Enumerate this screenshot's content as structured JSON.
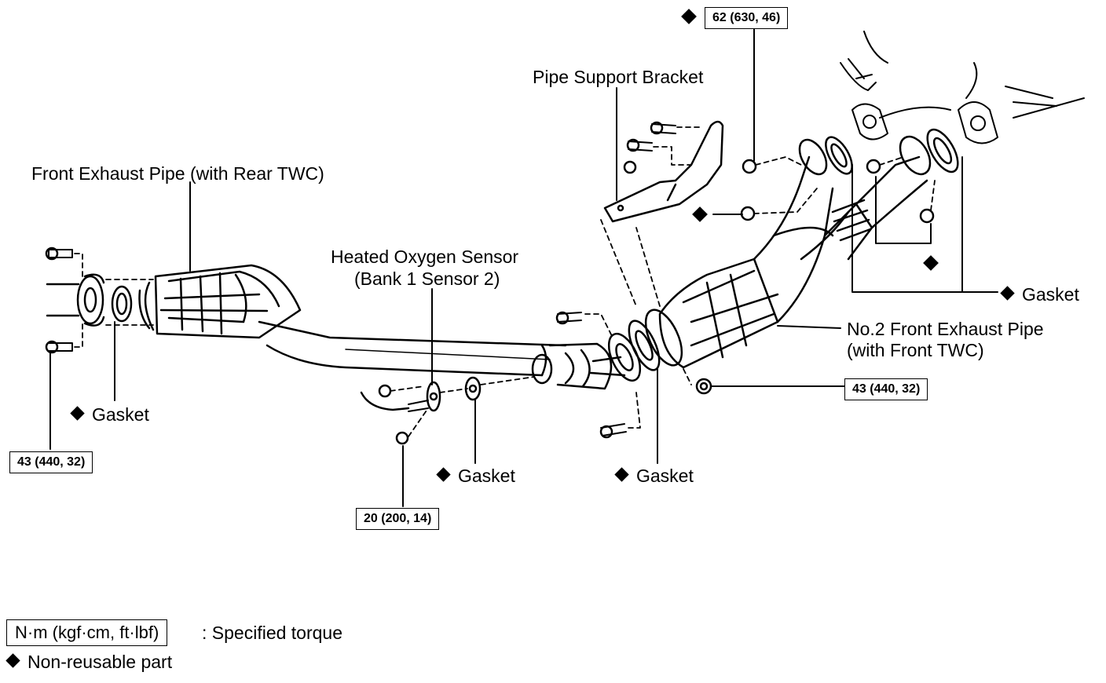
{
  "labels": {
    "front_pipe": "Front Exhaust Pipe (with Rear TWC)",
    "o2_sensor_line1": "Heated Oxygen Sensor",
    "o2_sensor_line2": "(Bank 1 Sensor 2)",
    "pipe_bracket": "Pipe Support Bracket",
    "no2_pipe_line1": "No.2 Front Exhaust Pipe",
    "no2_pipe_line2": "(with Front TWC)",
    "gasket_left": "Gasket",
    "gasket_sensor": "Gasket",
    "gasket_mid": "Gasket",
    "gasket_right": "Gasket"
  },
  "torques": {
    "left_flange": "43 (440, 32)",
    "sensor_nut": "20 (200, 14)",
    "manifold_nut": "62 (630, 46)",
    "mid_flange": "43 (440, 32)"
  },
  "legend": {
    "torque_unit": "N·m (kgf·cm, ft·lbf)",
    "torque_desc": ": Specified torque",
    "non_reusable": "Non-reusable part"
  }
}
